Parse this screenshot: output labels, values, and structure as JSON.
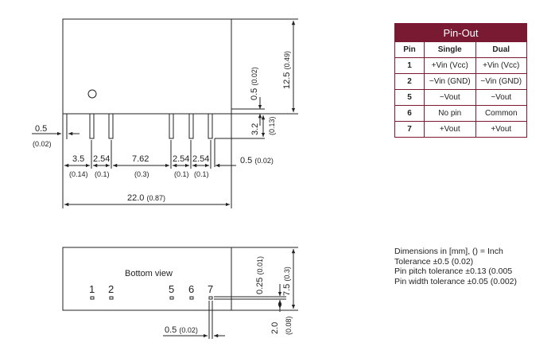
{
  "top_view": {
    "dim_height": "12.5",
    "dim_height_in": "(0.49)",
    "dim_standoff": "0.5",
    "dim_standoff_in": "(0.02)",
    "dim_pin_len": "3.2",
    "dim_pin_len_in": "(0.13)",
    "dim_left_gap": "0.5",
    "dim_left_gap_in": "(0.02)",
    "dim_first": "3.5",
    "dim_first_in": "(0.14)",
    "dim_pitch": "2.54",
    "dim_pitch_in": "(0.1)",
    "dim_gap": "7.62",
    "dim_gap_in": "(0.3)",
    "dim_right_gap": "0.5",
    "dim_right_gap_in": "(0.02)",
    "dim_width": "22.0",
    "dim_width_in": "(0.87)"
  },
  "bottom_view": {
    "label": "Bottom view",
    "pin_numbers": [
      "1",
      "2",
      "5",
      "6",
      "7"
    ],
    "dim_pin_offset": "0.25",
    "dim_pin_offset_in": "(0.01)",
    "dim_depth": "7.5",
    "dim_depth_in": "(0.3)",
    "dim_pin_width": "0.5",
    "dim_pin_width_in": "(0.02)",
    "dim_edge": "2.0",
    "dim_edge_in": "(0.08)"
  },
  "pinout": {
    "title": "Pin-Out",
    "headers": [
      "Pin",
      "Single",
      "Dual"
    ],
    "rows": [
      {
        "pin": "1",
        "single": "+Vin (Vcc)",
        "dual": "+Vin (Vcc)"
      },
      {
        "pin": "2",
        "single": "−Vin (GND)",
        "dual": "−Vin (GND)"
      },
      {
        "pin": "5",
        "single": "−Vout",
        "dual": "−Vout"
      },
      {
        "pin": "6",
        "single": "No pin",
        "dual": "Common"
      },
      {
        "pin": "7",
        "single": "+Vout",
        "dual": "+Vout"
      }
    ],
    "accent_color": "#7a1a32"
  },
  "notes": [
    "Dimensions in [mm], () = Inch",
    "Tolerance  ±0.5 (0.02)",
    "Pin pitch tolerance ±0.13 (0.005",
    "Pin width tolerance ±0.05 (0.002)"
  ]
}
